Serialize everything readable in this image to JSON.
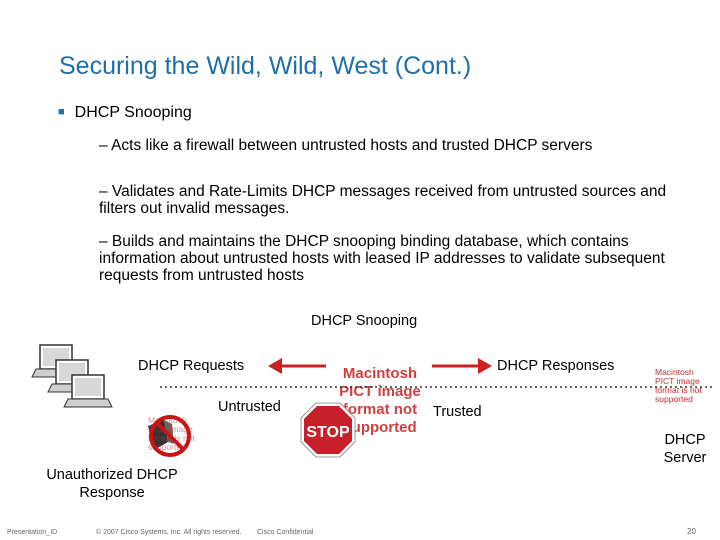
{
  "slide": {
    "title": "Securing the Wild, Wild, West (Cont.)",
    "bullet": "DHCP Snooping",
    "sub_points": [
      "– Acts like a firewall between untrusted hosts and trusted DHCP servers",
      "– Validates and Rate-Limits DHCP messages received from untrusted sources and filters out invalid messages.",
      "– Builds and maintains the DHCP snooping binding database, which contains information about untrusted hosts with leased IP addresses to validate subsequent requests from untrusted hosts"
    ]
  },
  "diagram": {
    "heading": "DHCP Snooping",
    "requests_label": "DHCP Requests",
    "responses_label": "DHCP Responses",
    "untrusted_label": "Untrusted",
    "trusted_label": "Trusted",
    "server_label": "DHCP Server",
    "rogue_label": "Unauthorized DHCP Response",
    "stop_text": "STOP",
    "pict_placeholder": "Macintosh PICT image format not supported",
    "small_pict_placeholder": "Macintosh PICT image format is not supported",
    "colors": {
      "arrow": "#cc2222",
      "title": "#1f6fa8",
      "stop": "#c8202a"
    }
  },
  "footer": {
    "left": "Presentation_ID",
    "copyright": "© 2007 Cisco Systems, Inc. All rights reserved.",
    "confidential": "Cisco Confidential",
    "page": "20"
  }
}
